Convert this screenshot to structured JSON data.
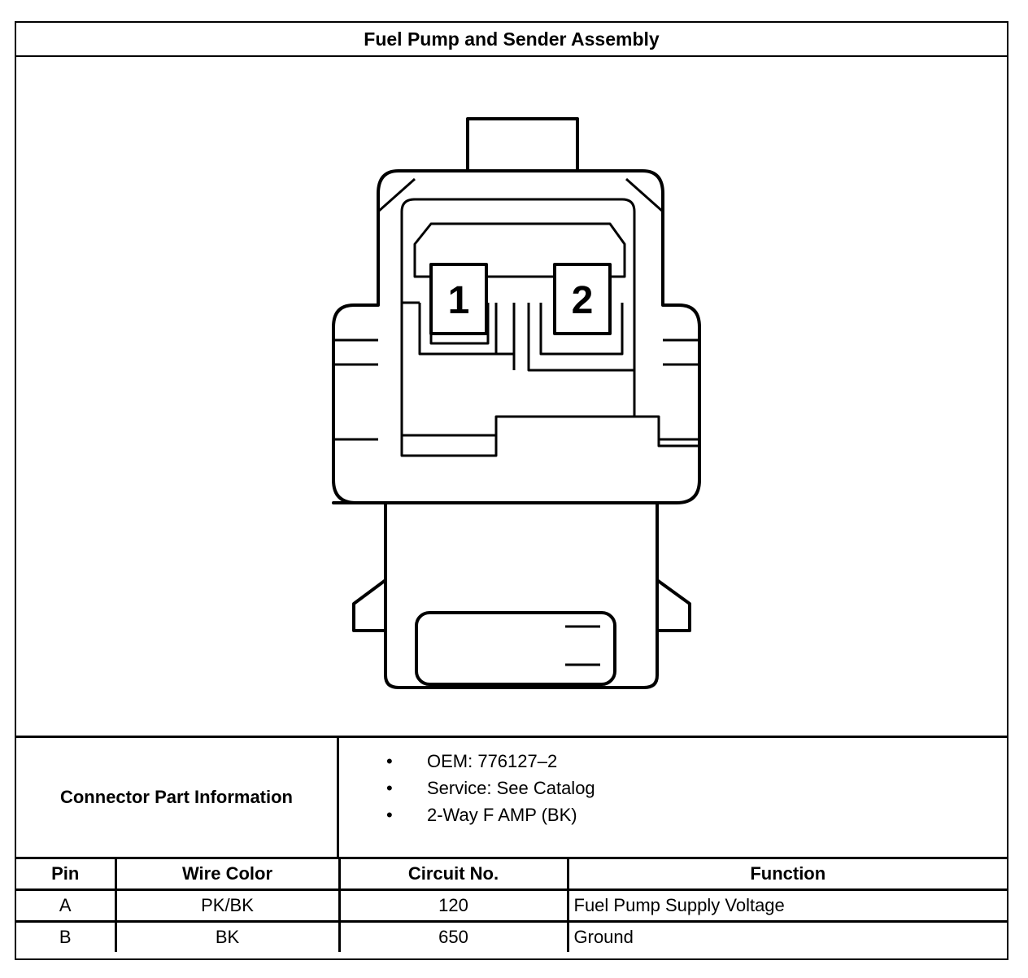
{
  "title": "Fuel Pump and Sender Assembly",
  "connector": {
    "pin_labels": [
      "1",
      "2"
    ]
  },
  "part_info": {
    "label": "Connector Part Information",
    "items": [
      "OEM: 776127–2",
      "Service: See Catalog",
      "2-Way F AMP (BK)"
    ],
    "bullet": "•"
  },
  "pin_table": {
    "headers": [
      "Pin",
      "Wire Color",
      "Circuit No.",
      "Function"
    ],
    "rows": [
      {
        "pin": "A",
        "wire_color": "PK/BK",
        "circuit": "120",
        "function": "Fuel Pump Supply Voltage"
      },
      {
        "pin": "B",
        "wire_color": "BK",
        "circuit": "650",
        "function": "Ground"
      }
    ]
  }
}
